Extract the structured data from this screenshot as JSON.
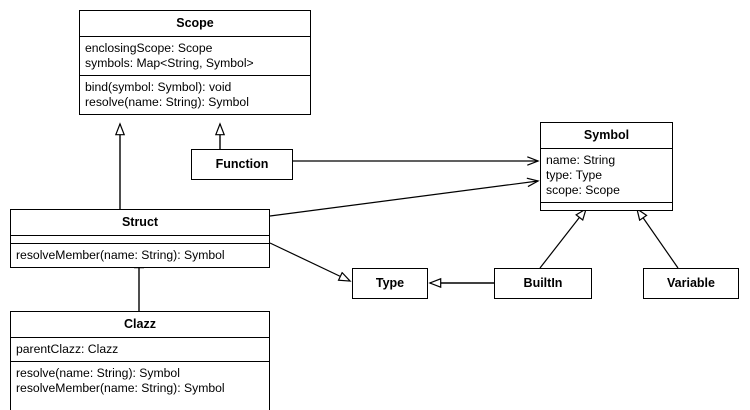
{
  "diagram": {
    "kind": "uml-class-diagram",
    "stroke_color": "#000000",
    "fill_color": "#ffffff"
  },
  "classes": {
    "scope": {
      "name": "Scope",
      "attributes": [
        "enclosingScope: Scope",
        "symbols: Map<String, Symbol>"
      ],
      "methods": [
        "bind(symbol: Symbol): void",
        "resolve(name: String): Symbol"
      ]
    },
    "symbol": {
      "name": "Symbol",
      "attributes": [
        "name: String",
        "type: Type",
        "scope: Scope"
      ],
      "methods": []
    },
    "function": {
      "name": "Function",
      "attributes": [],
      "methods": []
    },
    "struct": {
      "name": "Struct",
      "attributes": [],
      "methods": [
        "resolveMember(name: String): Symbol"
      ]
    },
    "type": {
      "name": "Type",
      "attributes": [],
      "methods": []
    },
    "builtin": {
      "name": "BuiltIn",
      "attributes": [],
      "methods": []
    },
    "variable": {
      "name": "Variable",
      "attributes": [],
      "methods": []
    },
    "clazz": {
      "name": "Clazz",
      "attributes": [
        "parentClazz: Clazz"
      ],
      "methods": [
        "resolve(name: String): Symbol",
        "resolveMember(name: String): Symbol"
      ]
    }
  },
  "relationships": [
    {
      "id": "struct-extends-scope",
      "from": "Struct",
      "to": "Scope",
      "type": "generalization"
    },
    {
      "id": "function-extends-scope",
      "from": "Function",
      "to": "Scope",
      "type": "generalization"
    },
    {
      "id": "function-uses-symbol",
      "from": "Function",
      "to": "Symbol",
      "type": "association"
    },
    {
      "id": "struct-uses-symbol",
      "from": "Struct",
      "to": "Symbol",
      "type": "association"
    },
    {
      "id": "struct-extends-type",
      "from": "Struct",
      "to": "Type",
      "type": "generalization"
    },
    {
      "id": "builtin-extends-type",
      "from": "BuiltIn",
      "to": "Type",
      "type": "generalization"
    },
    {
      "id": "builtin-extends-symbol",
      "from": "BuiltIn",
      "to": "Symbol",
      "type": "generalization"
    },
    {
      "id": "variable-extends-symbol",
      "from": "Variable",
      "to": "Symbol",
      "type": "generalization"
    },
    {
      "id": "clazz-extends-struct",
      "from": "Clazz",
      "to": "Struct",
      "type": "generalization"
    }
  ]
}
